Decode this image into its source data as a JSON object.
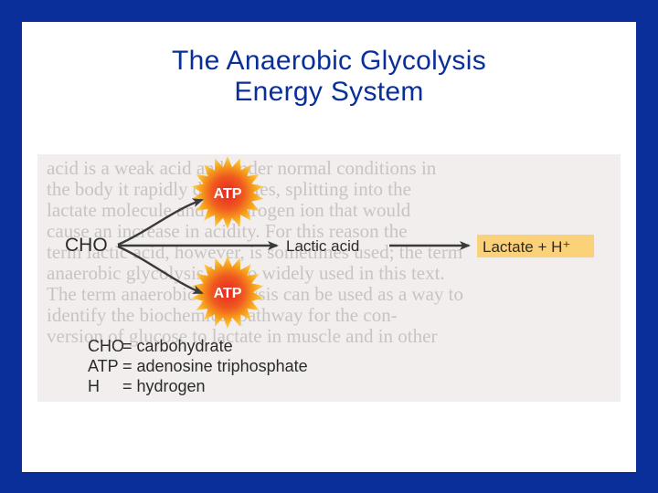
{
  "slide": {
    "title_line1": "The Anaerobic Glycolysis",
    "title_line2": "Energy System"
  },
  "diagram": {
    "source": "CHO",
    "energy_label_top": "ATP",
    "energy_label_bottom": "ATP",
    "intermediate": "Lactic acid",
    "product": "Lactate + H⁺",
    "colors": {
      "starburst_outer": "#f7a21b",
      "starburst_inner": "#e8231f",
      "arrow": "#3a3a3a",
      "product_highlight": "#fbd17a",
      "text": "#2b2b2b"
    }
  },
  "legend": [
    {
      "abbr": "CHO",
      "definition": "= carbohydrate"
    },
    {
      "abbr": "ATP",
      "definition": "= adenosine triphosphate"
    },
    {
      "abbr": "H",
      "definition": "= hydrogen"
    }
  ],
  "background_text": [
    "acid is a weak acid and under normal conditions in",
    "the body it rapidly dissociates, splitting into the",
    "lactate molecule and a hydrogen ion that would",
    "cause an increase in acidity. For this reason the",
    "term lactic acid, however, is sometimes used; the term",
    "anaerobic glycolysis is also widely used in this text.",
    "The term anaerobic glycolysis can be used as a way to",
    "identify the biochemical pathway for the con-",
    "version of glucose to lactate in muscle and in other"
  ]
}
